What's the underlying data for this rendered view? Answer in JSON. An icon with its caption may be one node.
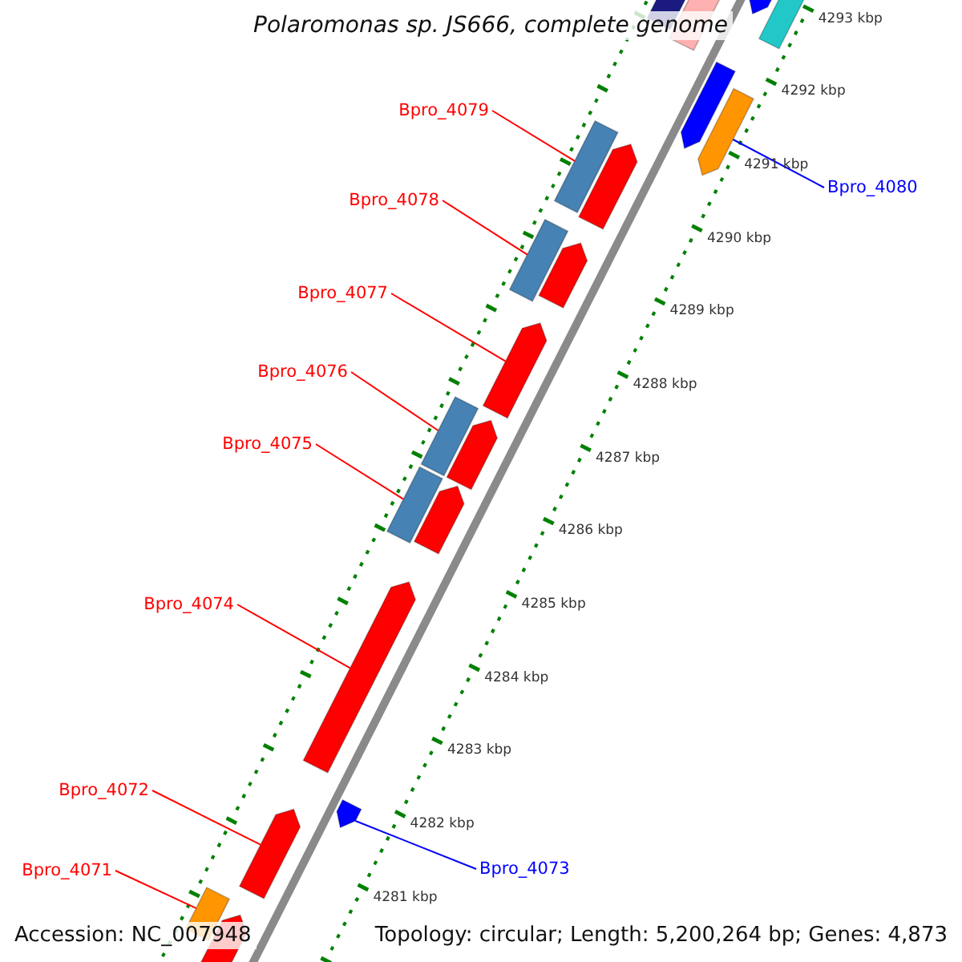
{
  "diagram": {
    "title": "Polaromonas sp. JS666, complete genome",
    "nodes": [
      {
        "text": [
          "Bpro_4079"
        ]
      },
      {
        "text": [],
        "shape": "bar"
      },
      {
        "text": [
          "Bpro_4080"
        ]
      },
      {
        "text": [],
        "shape": "bar"
      },
      {
        "text": [
          "Bpro_4078"
        ]
      },
      {
        "text": [],
        "shape": "bar"
      },
      {
        "text": [
          "Bpro_4077"
        ]
      },
      {
        "text": [],
        "shape": "bar"
      },
      {
        "text": [
          "Bpro_4076"
        ]
      },
      {
        "text": [],
        "shape": "bar"
      },
      {
        "text": [
          "Bpro_4075"
        ]
      },
      {
        "text": [],
        "shape": "bar"
      },
      {
        "text": [
          "Bpro_4074"
        ]
      },
      {
        "text": [],
        "shape": "bar"
      },
      {
        "text": [
          "Bpro_4072"
        ]
      },
      {
        "text": [],
        "shape": "bar"
      },
      {
        "text": [
          "Bpro_4073"
        ]
      },
      {
        "text": [],
        "shape": "bar"
      },
      {
        "text": [
          "Bpro_4071"
        ]
      },
      {
        "text": [],
        "shape": "bar"
      }
    ],
    "edges": [
      {
        "from": 0,
        "to": 1,
        "arrow": "none"
      },
      {
        "from": 2,
        "to": 3,
        "arrow": "none",
        "color": "#0000ff"
      },
      {
        "from": 4,
        "to": 5,
        "arrow": "none"
      },
      {
        "from": 6,
        "to": 7,
        "arrow": "none"
      },
      {
        "from": 8,
        "to": 9,
        "arrow": "none"
      },
      {
        "from": 10,
        "to": 11,
        "arrow": "none"
      },
      {
        "from": 12,
        "to": 13,
        "arrow": "none"
      },
      {
        "from": 14,
        "to": 15,
        "arrow": "none"
      },
      {
        "from": 16,
        "to": 17,
        "arrow": "none",
        "color": "#0000ff"
      },
      {
        "from": 18,
        "to": 19,
        "arrow": "none"
      }
    ],
    "labels": [
      "4293 kbp",
      "4292 kbp",
      "4291 kbp",
      "4290 kbp",
      "4289 kbp",
      "4288 kbp",
      "4287 kbp",
      "4286 kbp",
      "4285 kbp",
      "4284 kbp",
      "4283 kbp",
      "4282 kbp",
      "4281 kbp",
      "Accession: NC_007948",
      "Topology: circular; Length: 5,200,264 bp; Genes: 4,873"
    ]
  }
}
